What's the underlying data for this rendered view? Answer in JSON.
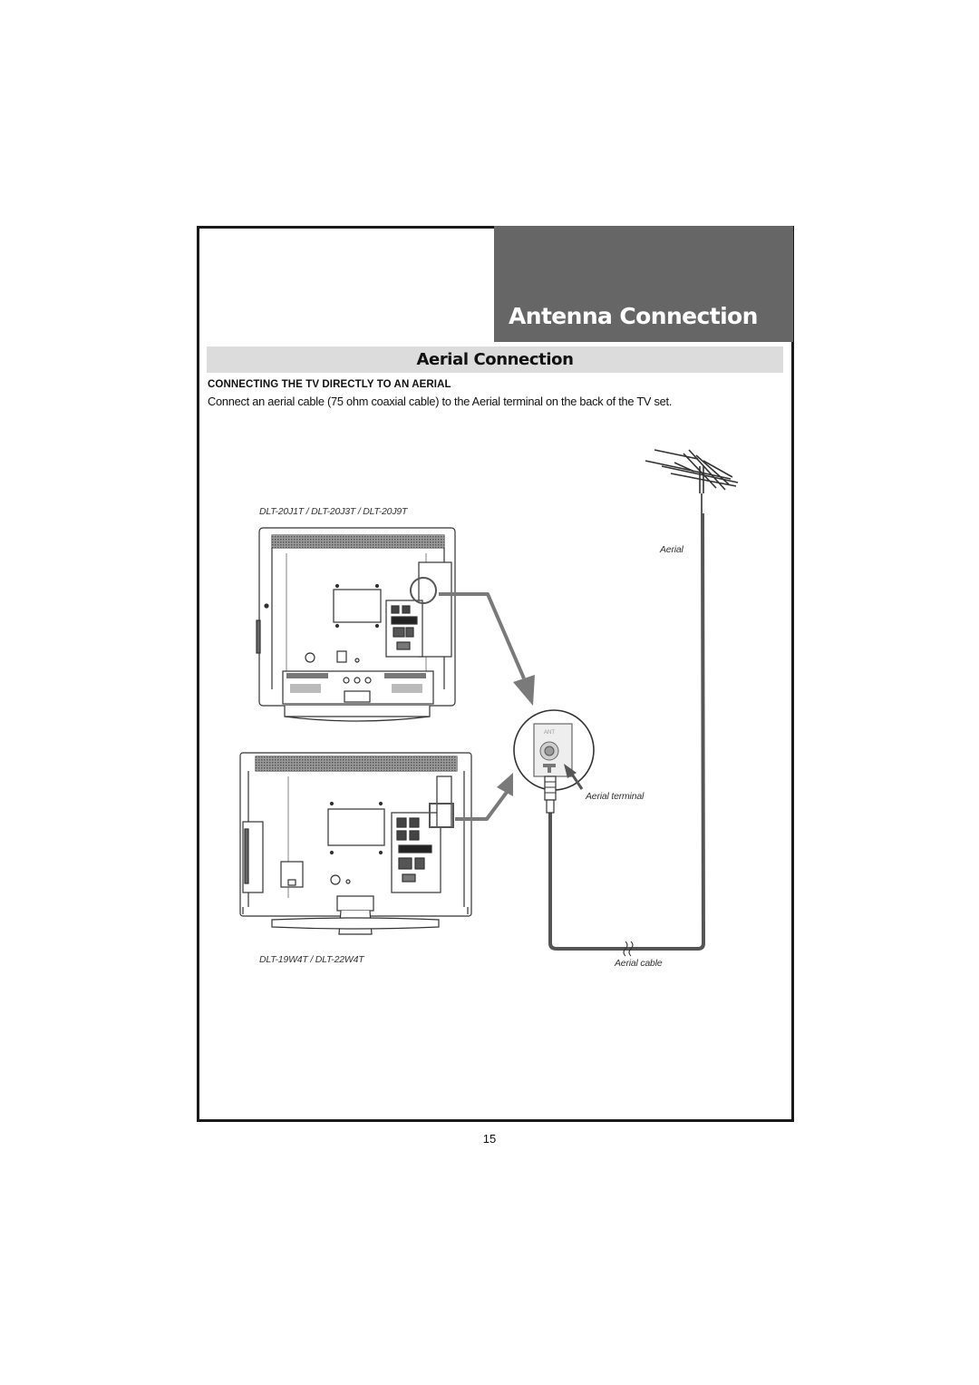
{
  "header": {
    "title": "Antenna Connection"
  },
  "section": {
    "title": "Aerial Connection",
    "subheading": "CONNECTING THE TV DIRECTLY TO AN AERIAL",
    "body": "Connect an aerial cable (75 ohm coaxial cable) to the Aerial terminal on the back of the TV set."
  },
  "diagram": {
    "model_top": "DLT-20J1T / DLT-20J3T / DLT-20J9T",
    "model_bottom": "DLT-19W4T / DLT-22W4T",
    "aerial_label": "Aerial",
    "terminal_label": "Aerial terminal",
    "cable_label": "Aerial cable",
    "terminal_badge": "ANT"
  },
  "footer": {
    "page_number": "15"
  }
}
